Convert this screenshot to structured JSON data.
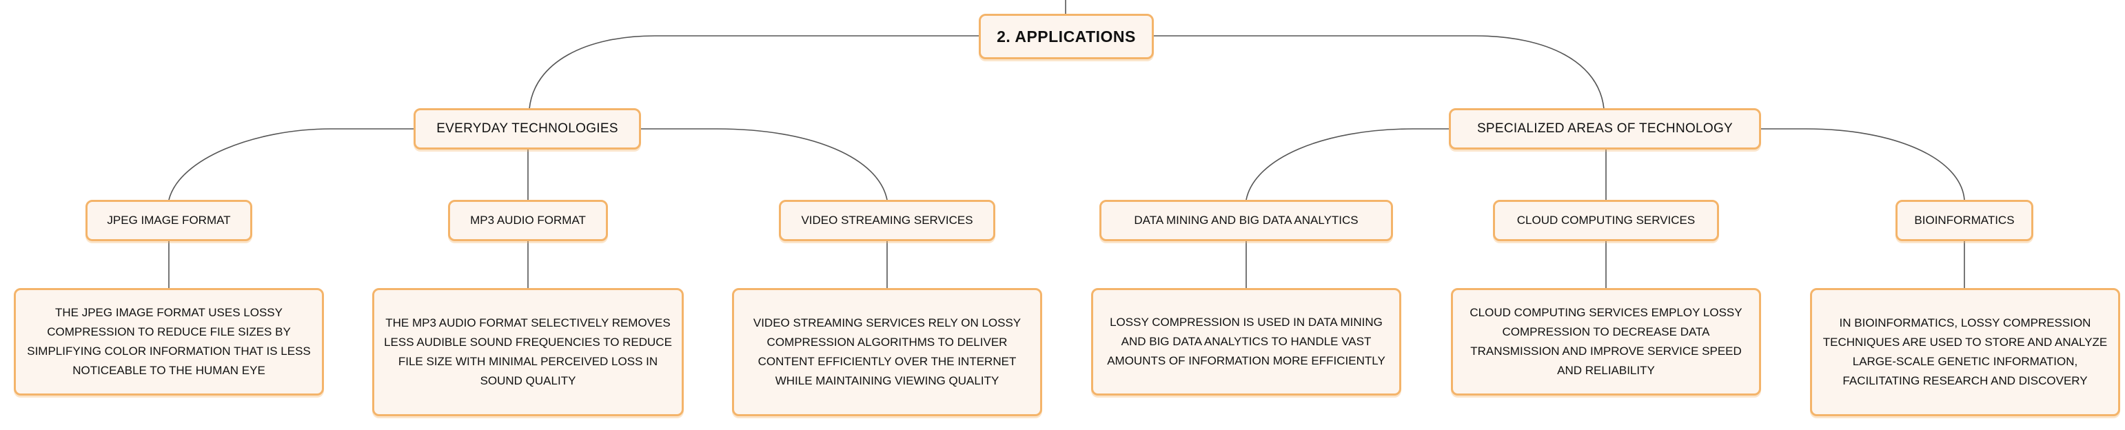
{
  "root": {
    "label": "2. APPLICATIONS"
  },
  "categories": [
    {
      "label": "EVERYDAY TECHNOLOGIES"
    },
    {
      "label": "SPECIALIZED AREAS OF TECHNOLOGY"
    }
  ],
  "topics": [
    {
      "label": "JPEG IMAGE FORMAT",
      "description": "THE JPEG IMAGE FORMAT USES LOSSY COMPRESSION TO REDUCE FILE SIZES BY SIMPLIFYING COLOR INFORMATION THAT IS LESS NOTICEABLE TO THE HUMAN EYE"
    },
    {
      "label": "MP3 AUDIO FORMAT",
      "description": "THE MP3 AUDIO FORMAT SELECTIVELY REMOVES LESS AUDIBLE SOUND FREQUENCIES TO REDUCE FILE SIZE WITH MINIMAL PERCEIVED LOSS IN SOUND QUALITY"
    },
    {
      "label": "VIDEO STREAMING SERVICES",
      "description": "VIDEO STREAMING SERVICES RELY ON LOSSY COMPRESSION ALGORITHMS TO DELIVER CONTENT EFFICIENTLY OVER THE INTERNET WHILE MAINTAINING VIEWING QUALITY"
    },
    {
      "label": "DATA MINING AND BIG DATA ANALYTICS",
      "description": "LOSSY COMPRESSION IS USED IN DATA MINING AND BIG DATA ANALYTICS TO HANDLE VAST AMOUNTS OF INFORMATION MORE EFFICIENTLY"
    },
    {
      "label": "CLOUD COMPUTING SERVICES",
      "description": "CLOUD COMPUTING SERVICES EMPLOY LOSSY COMPRESSION TO DECREASE DATA TRANSMISSION AND IMPROVE SERVICE SPEED AND RELIABILITY"
    },
    {
      "label": "BIOINFORMATICS",
      "description": "IN BIOINFORMATICS, LOSSY COMPRESSION TECHNIQUES ARE USED TO STORE AND ANALYZE LARGE-SCALE GENETIC INFORMATION, FACILITATING RESEARCH AND DISCOVERY"
    }
  ],
  "colors": {
    "box_border": "#f4b46a",
    "box_fill": "#fdf5ee",
    "connector": "#555555"
  }
}
